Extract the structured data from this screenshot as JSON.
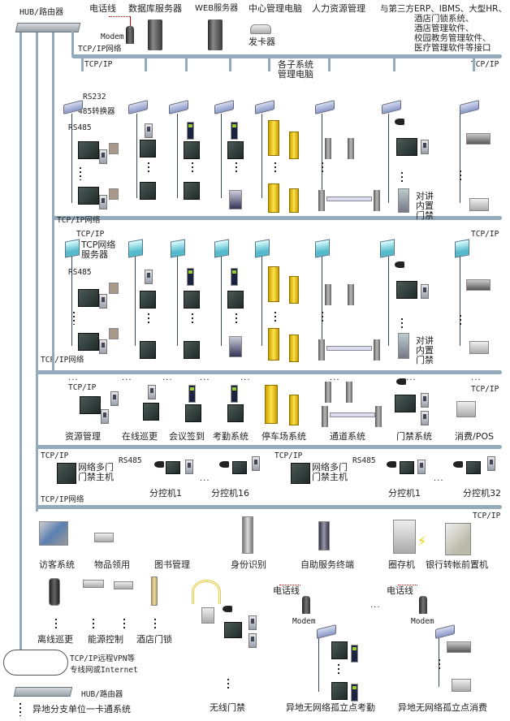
{
  "hq": {
    "hub_label": "HUB/路由器",
    "phone_line": "电话线",
    "modem": "Modem",
    "db_server": "数据库服务器",
    "web_server": "WEB服务器",
    "center_pc": "中心管理电脑",
    "card_issuer": "发卡器",
    "hr": "人力资源管理",
    "third_party": [
      "与第三方ERP、IBMS、大型HR、",
      "酒店门锁系统、",
      "酒店管理软件、",
      "校园教务管理软件、",
      "医疗管理软件等接口"
    ],
    "tcpip_network": "TCP/IP网络"
  },
  "tier1": {
    "tcpip_left": "TCP/IP",
    "tcpip_right": "TCP/IP",
    "subsystem_pc": [
      "各子系统",
      "管理电脑"
    ],
    "rs232": "RS232",
    "converter": "485转换器",
    "rs485": "RS485",
    "intercom": [
      "对讲",
      "内置",
      "门禁"
    ],
    "bus_label": "TCP/IP网络"
  },
  "tier2": {
    "tcpip_left": "TCP/IP",
    "tcpip_right": "TCP/IP",
    "net_server": [
      "TCP网络",
      "服务器"
    ],
    "rs485": "RS485",
    "intercom": [
      "对讲",
      "内置",
      "门禁"
    ],
    "bus_label": "TCP/IP网络"
  },
  "tier3": {
    "tcpip_left": "TCP/IP",
    "tcpip_right": "TCP/IP",
    "ellipsis": "...",
    "systems": [
      "资源管理",
      "在线巡更",
      "会议签到",
      "考勤系统",
      "停车场系统",
      "通道系统",
      "门禁系统",
      "消费/POS"
    ]
  },
  "tier4": {
    "groups": [
      {
        "tcpip": "TCP/IP",
        "host": [
          "网络多门",
          "门禁主机"
        ],
        "rs485": "RS485",
        "first": "分控机1",
        "last": "分控机16"
      },
      {
        "tcpip": "TCP/IP",
        "host": [
          "网络多门",
          "门禁主机"
        ],
        "rs485": "RS485",
        "first": "分控机1",
        "last": "分控机32"
      }
    ],
    "bus_label": "TCP/IP网络"
  },
  "tier5": {
    "tcpip_right": "TCP/IP",
    "items": [
      "访客系统",
      "物品领用",
      "图书管理",
      "身份识别",
      "自助服务终端",
      "圈存机",
      "银行转帐前置机"
    ]
  },
  "offline": {
    "items": [
      "离线巡更",
      "能源控制",
      "酒店门锁"
    ],
    "wireless": "无线门禁"
  },
  "remote": {
    "vpn": [
      "TCP/IP远程VPN等",
      "专线网或Internet"
    ],
    "hub_label": "HUB/路由器",
    "branch": "异地分支单位一卡通系统",
    "isolated_attendance": "异地无网络孤立点考勤",
    "isolated_pos": "异地无网络孤立点消费",
    "phone_line": "电话线",
    "modem": "Modem",
    "ellipsis": "..."
  },
  "colors": {
    "bus": "#93abbb",
    "wire": "#3a4a55",
    "phone_line": "#cc0000"
  }
}
